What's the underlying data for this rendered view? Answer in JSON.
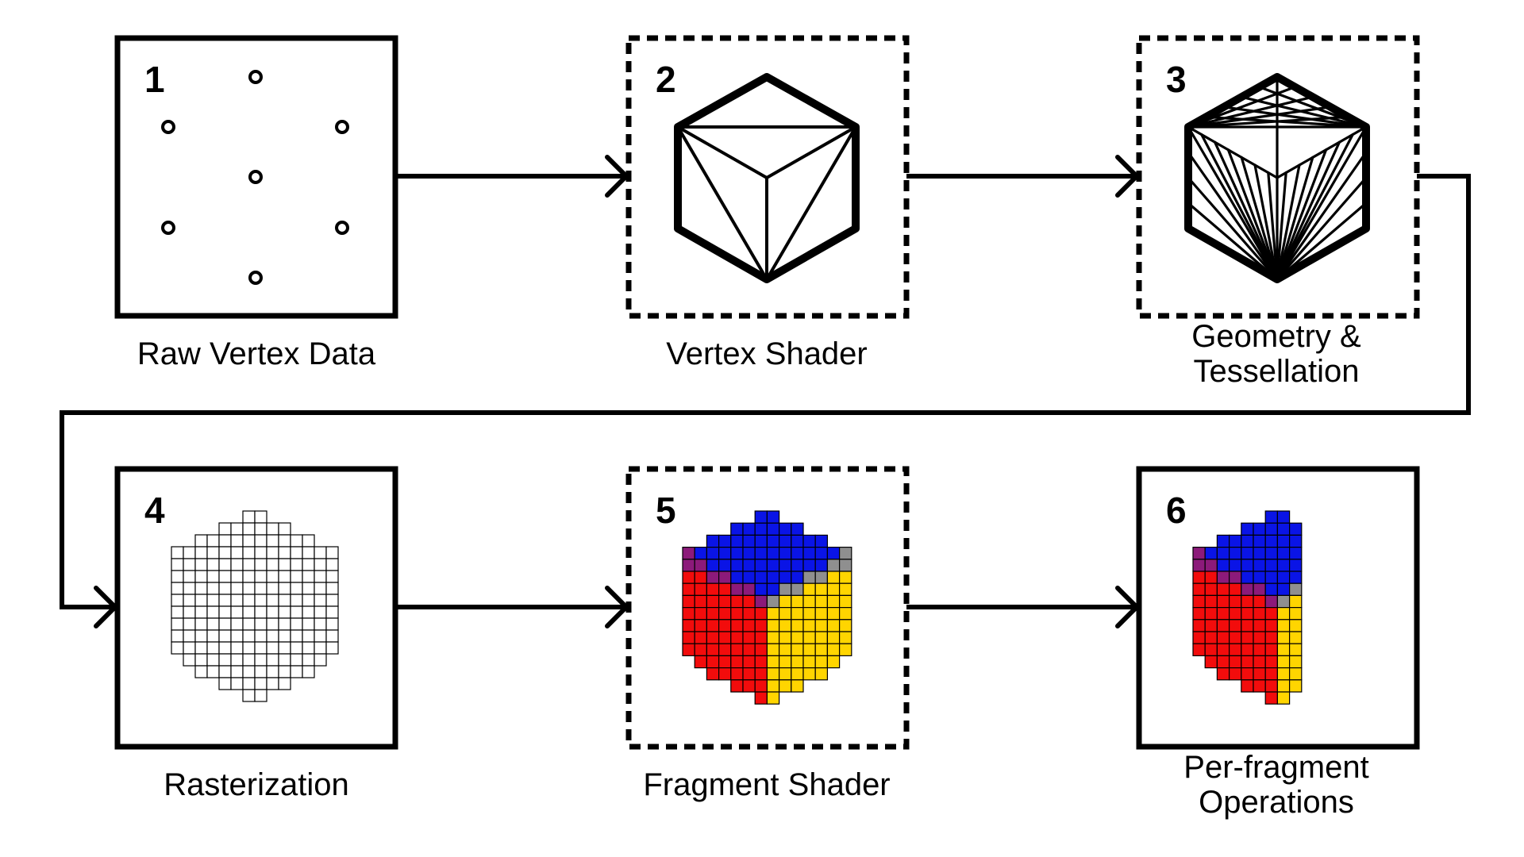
{
  "colors": {
    "stroke": "#000000",
    "background": "#ffffff",
    "blue": "#0a14e6",
    "red": "#f20c0c",
    "yellow": "#ffd500",
    "purple": "#8c1a7a",
    "gray": "#8f8f8f"
  },
  "stages": [
    {
      "number": "1",
      "label_lines": [
        "Raw Vertex Data"
      ],
      "border": "solid"
    },
    {
      "number": "2",
      "label_lines": [
        "Vertex Shader"
      ],
      "border": "dashed"
    },
    {
      "number": "3",
      "label_lines": [
        "Geometry &",
        "Tessellation"
      ],
      "border": "dashed"
    },
    {
      "number": "4",
      "label_lines": [
        "Rasterization"
      ],
      "border": "solid"
    },
    {
      "number": "5",
      "label_lines": [
        "Fragment Shader"
      ],
      "border": "dashed"
    },
    {
      "number": "6",
      "label_lines": [
        "Per-fragment",
        "Operations"
      ],
      "border": "solid"
    }
  ]
}
